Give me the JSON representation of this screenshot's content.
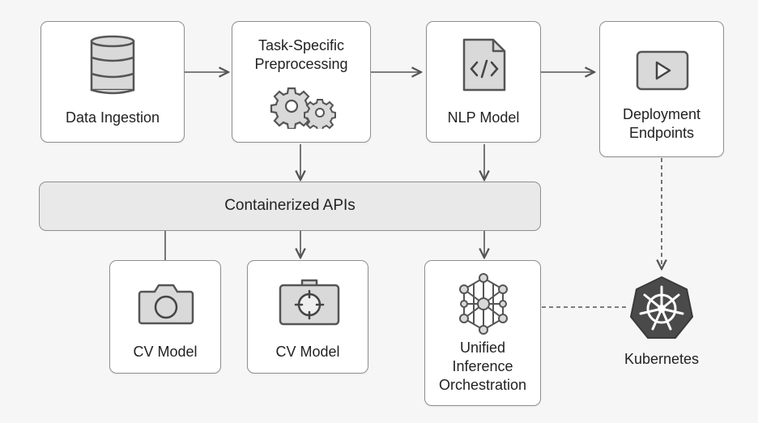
{
  "nodes": {
    "data_ingestion": {
      "label": "Data Ingestion",
      "icon": "database-icon"
    },
    "preprocessing": {
      "label": "Task-Specific\nPreprocessing",
      "icon": "gears-icon"
    },
    "nlp_model": {
      "label": "NLP Model",
      "icon": "code-document-icon"
    },
    "deployment": {
      "label": "Deployment\nEndpoints",
      "icon": "play-icon"
    },
    "apis": {
      "label": "Containerized APIs"
    },
    "cv_model_1": {
      "label": "CV Model",
      "icon": "camera-icon"
    },
    "cv_model_2": {
      "label": "CV Model",
      "icon": "camera-target-icon"
    },
    "orchestration": {
      "label": "Unified\nInference\nOrchestration",
      "icon": "network-graph-icon"
    },
    "kubernetes": {
      "label": "Kubernetes",
      "icon": "kubernetes-helm-icon"
    }
  },
  "edges": [
    {
      "from": "data_ingestion",
      "to": "preprocessing",
      "style": "solid"
    },
    {
      "from": "preprocessing",
      "to": "nlp_model",
      "style": "solid"
    },
    {
      "from": "nlp_model",
      "to": "deployment",
      "style": "solid"
    },
    {
      "from": "preprocessing",
      "to": "apis",
      "style": "solid"
    },
    {
      "from": "nlp_model",
      "to": "apis",
      "style": "solid"
    },
    {
      "from": "apis",
      "to": "cv_model_1",
      "style": "solid-no-arrow"
    },
    {
      "from": "apis",
      "to": "cv_model_2",
      "style": "solid"
    },
    {
      "from": "apis",
      "to": "orchestration",
      "style": "solid"
    },
    {
      "from": "deployment",
      "to": "kubernetes",
      "style": "dashed"
    },
    {
      "from": "orchestration",
      "to": "kubernetes",
      "style": "dashed-no-arrow"
    }
  ],
  "colors": {
    "box_border": "#8f8f8f",
    "icon_fill": "#d9d9d9",
    "icon_stroke": "#555555",
    "kubernetes_fill": "#4a4a4a"
  }
}
